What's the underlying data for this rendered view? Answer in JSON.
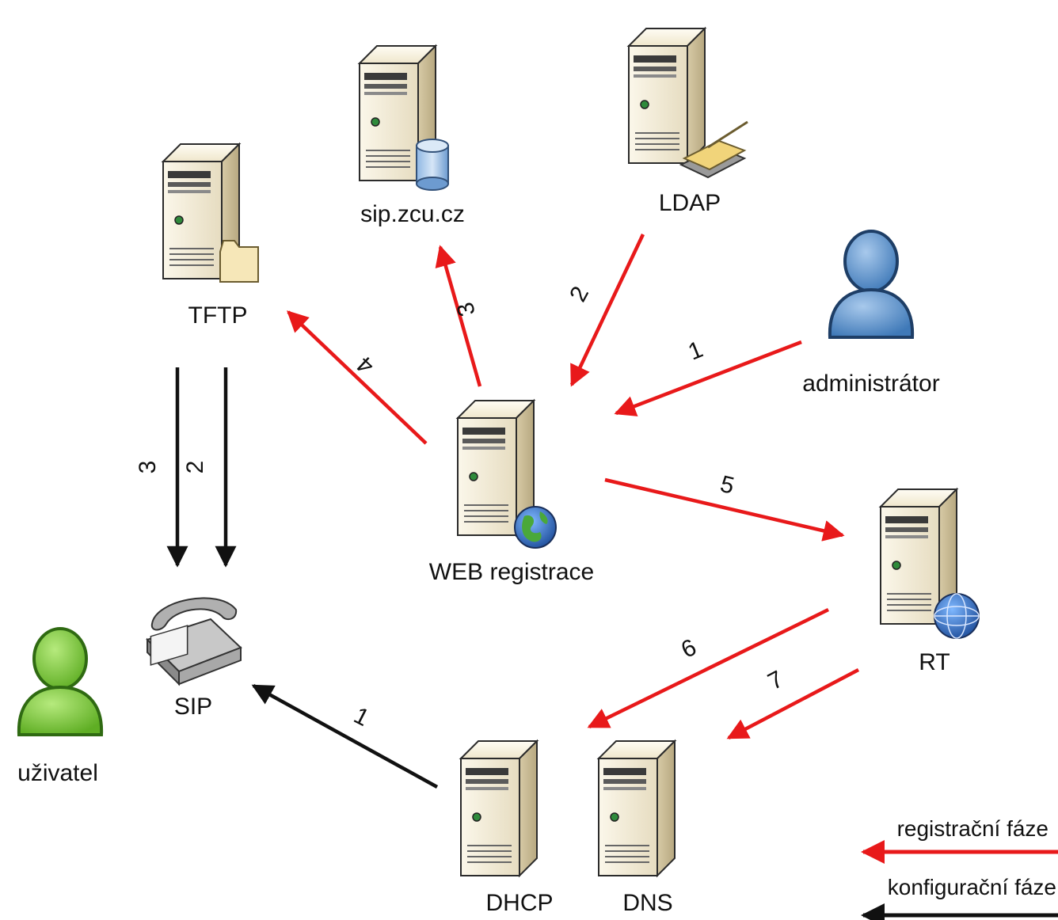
{
  "colors": {
    "registration": "#e8191a",
    "configuration": "#111111",
    "server_light": "#f3ecd6",
    "server_dark": "#c9bc98",
    "user_green": "#86cf45",
    "admin_blue": "#5b93cc"
  },
  "nodes": {
    "tftp": "TFTP",
    "sip_server": "sip.zcu.cz",
    "ldap": "LDAP",
    "admin": "administrátor",
    "web": "WEB registrace",
    "rt": "RT",
    "sip_phone": "SIP",
    "user": "uživatel",
    "dhcp": "DHCP",
    "dns": "DNS"
  },
  "edges": {
    "e_admin_web": "1",
    "e_ldap_web": "2",
    "e_web_sip": "3",
    "e_web_tftp": "4",
    "e_web_rt": "5",
    "e_rt_dhcp": "6",
    "e_rt_dns": "7",
    "e_tftp_sip3": "3",
    "e_tftp_sip2": "2",
    "e_dhcp_sip": "1"
  },
  "legend": {
    "registration": "registrační fáze",
    "configuration": "konfigurační fáze"
  }
}
